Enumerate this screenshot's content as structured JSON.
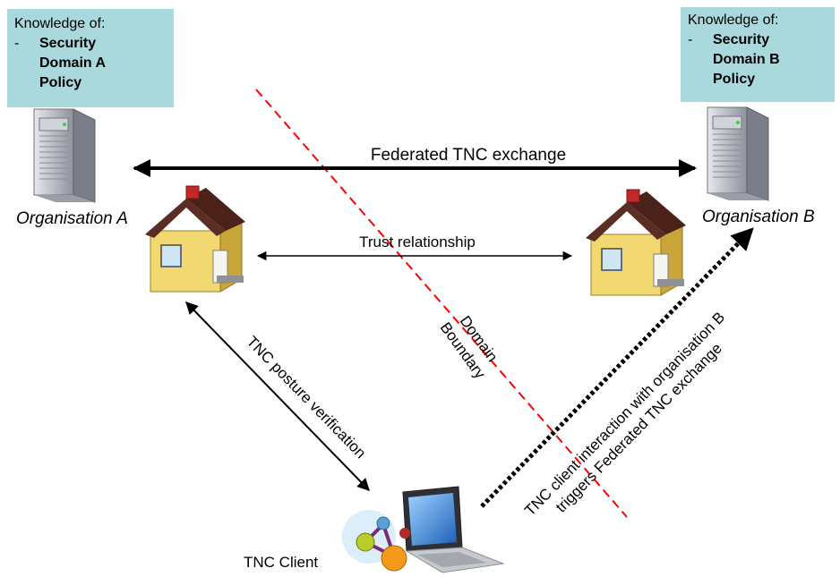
{
  "org_a": {
    "knowledge_heading": "Knowledge of:",
    "bullet": "-",
    "knowledge_item": "Security\nDomain A\nPolicy",
    "name": "Organisation A"
  },
  "org_b": {
    "knowledge_heading": "Knowledge of:",
    "bullet": "-",
    "knowledge_item": "Security\nDomain B\nPolicy",
    "name": "Organisation B"
  },
  "edges": {
    "federated_exchange": "Federated TNC exchange",
    "trust_relationship": "Trust relationship",
    "posture_verification": "TNC posture verification",
    "client_interaction_line1": "TNC client  interaction with organisation B",
    "client_interaction_line2": "triggers Federated TNC exchange"
  },
  "boundary": {
    "line1": "Domain",
    "line2": "Boundary"
  },
  "client": {
    "name": "TNC Client"
  }
}
